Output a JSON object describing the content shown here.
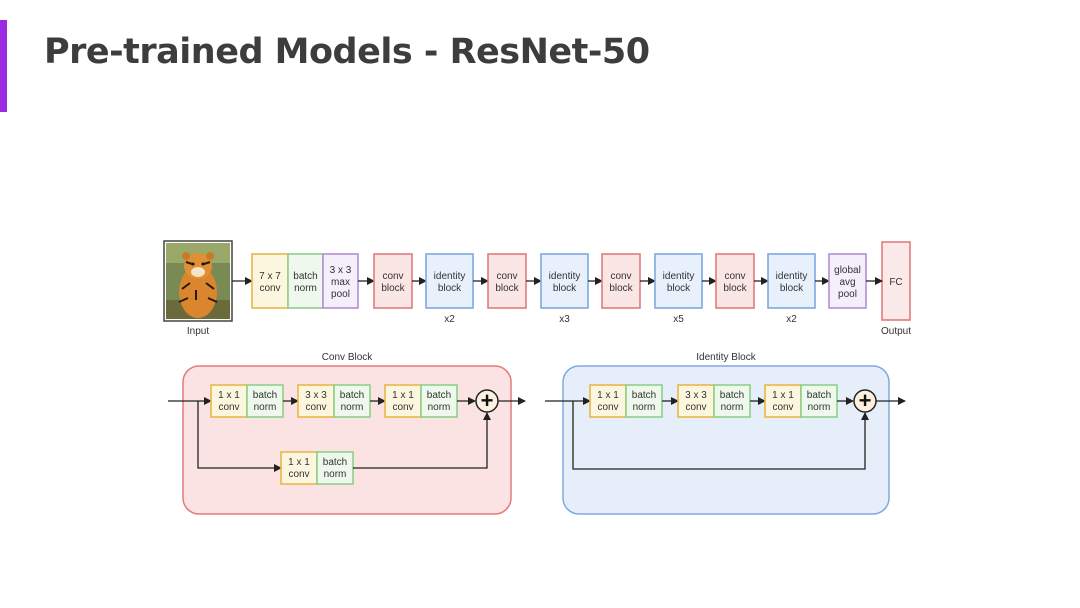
{
  "slide": {
    "title": "Pre-trained Models - ResNet-50",
    "accent_color": "#9b2be0"
  },
  "pipeline": {
    "input_label": "Input",
    "output_label": "Output",
    "input_image": "tiger-photo",
    "blocks": [
      {
        "line1": "7 x 7",
        "line2": "conv",
        "line3": "",
        "kind": "conv"
      },
      {
        "line1": "batch",
        "line2": "norm",
        "line3": "",
        "kind": "norm"
      },
      {
        "line1": "3 x 3",
        "line2": "max",
        "line3": "pool",
        "kind": "pool"
      },
      {
        "line1": "conv",
        "line2": "block",
        "line3": "",
        "kind": "convblock"
      },
      {
        "line1": "identity",
        "line2": "block",
        "line3": "",
        "kind": "identity",
        "repeat": "x2"
      },
      {
        "line1": "conv",
        "line2": "block",
        "line3": "",
        "kind": "convblock"
      },
      {
        "line1": "identity",
        "line2": "block",
        "line3": "",
        "kind": "identity",
        "repeat": "x3"
      },
      {
        "line1": "conv",
        "line2": "block",
        "line3": "",
        "kind": "convblock"
      },
      {
        "line1": "identity",
        "line2": "block",
        "line3": "",
        "kind": "identity",
        "repeat": "x5"
      },
      {
        "line1": "conv",
        "line2": "block",
        "line3": "",
        "kind": "convblock"
      },
      {
        "line1": "identity",
        "line2": "block",
        "line3": "",
        "kind": "identity",
        "repeat": "x2"
      },
      {
        "line1": "global",
        "line2": "avg",
        "line3": "pool",
        "kind": "pool"
      },
      {
        "line1": "FC",
        "line2": "",
        "line3": "",
        "kind": "fc"
      }
    ]
  },
  "conv_block": {
    "title": "Conv Block",
    "main_path": [
      {
        "conv1": "1 x 1",
        "conv2": "conv",
        "norm1": "batch",
        "norm2": "norm"
      },
      {
        "conv1": "3 x 3",
        "conv2": "conv",
        "norm1": "batch",
        "norm2": "norm"
      },
      {
        "conv1": "1 x 1",
        "conv2": "conv",
        "norm1": "batch",
        "norm2": "norm"
      }
    ],
    "shortcut": {
      "conv1": "1 x 1",
      "conv2": "conv",
      "norm1": "batch",
      "norm2": "norm"
    },
    "add_symbol": "+"
  },
  "identity_block": {
    "title": "Identity Block",
    "main_path": [
      {
        "conv1": "1 x 1",
        "conv2": "conv",
        "norm1": "batch",
        "norm2": "norm"
      },
      {
        "conv1": "3 x 3",
        "conv2": "conv",
        "norm1": "batch",
        "norm2": "norm"
      },
      {
        "conv1": "1 x 1",
        "conv2": "conv",
        "norm1": "batch",
        "norm2": "norm"
      }
    ],
    "add_symbol": "+"
  },
  "colors": {
    "conv_stroke": "#e8b84a",
    "conv_fill": "#fdf6df",
    "norm_stroke": "#8fcf8a",
    "norm_fill": "#eef8ec",
    "pool_stroke": "#b48fd8",
    "pool_fill": "#f5eefb",
    "convblock_stroke": "#e07c7c",
    "convblock_fill": "#fbe6e6",
    "identity_stroke": "#7ea9e0",
    "identity_fill": "#e8f0fb",
    "fc_stroke": "#e07c7c",
    "fc_fill": "#fbe9e9",
    "container_conv_stroke": "#e07c7c",
    "container_conv_fill": "#fbe3e3",
    "container_identity_stroke": "#7ea9e0",
    "container_identity_fill": "#e6eff9",
    "line": "#222222"
  }
}
